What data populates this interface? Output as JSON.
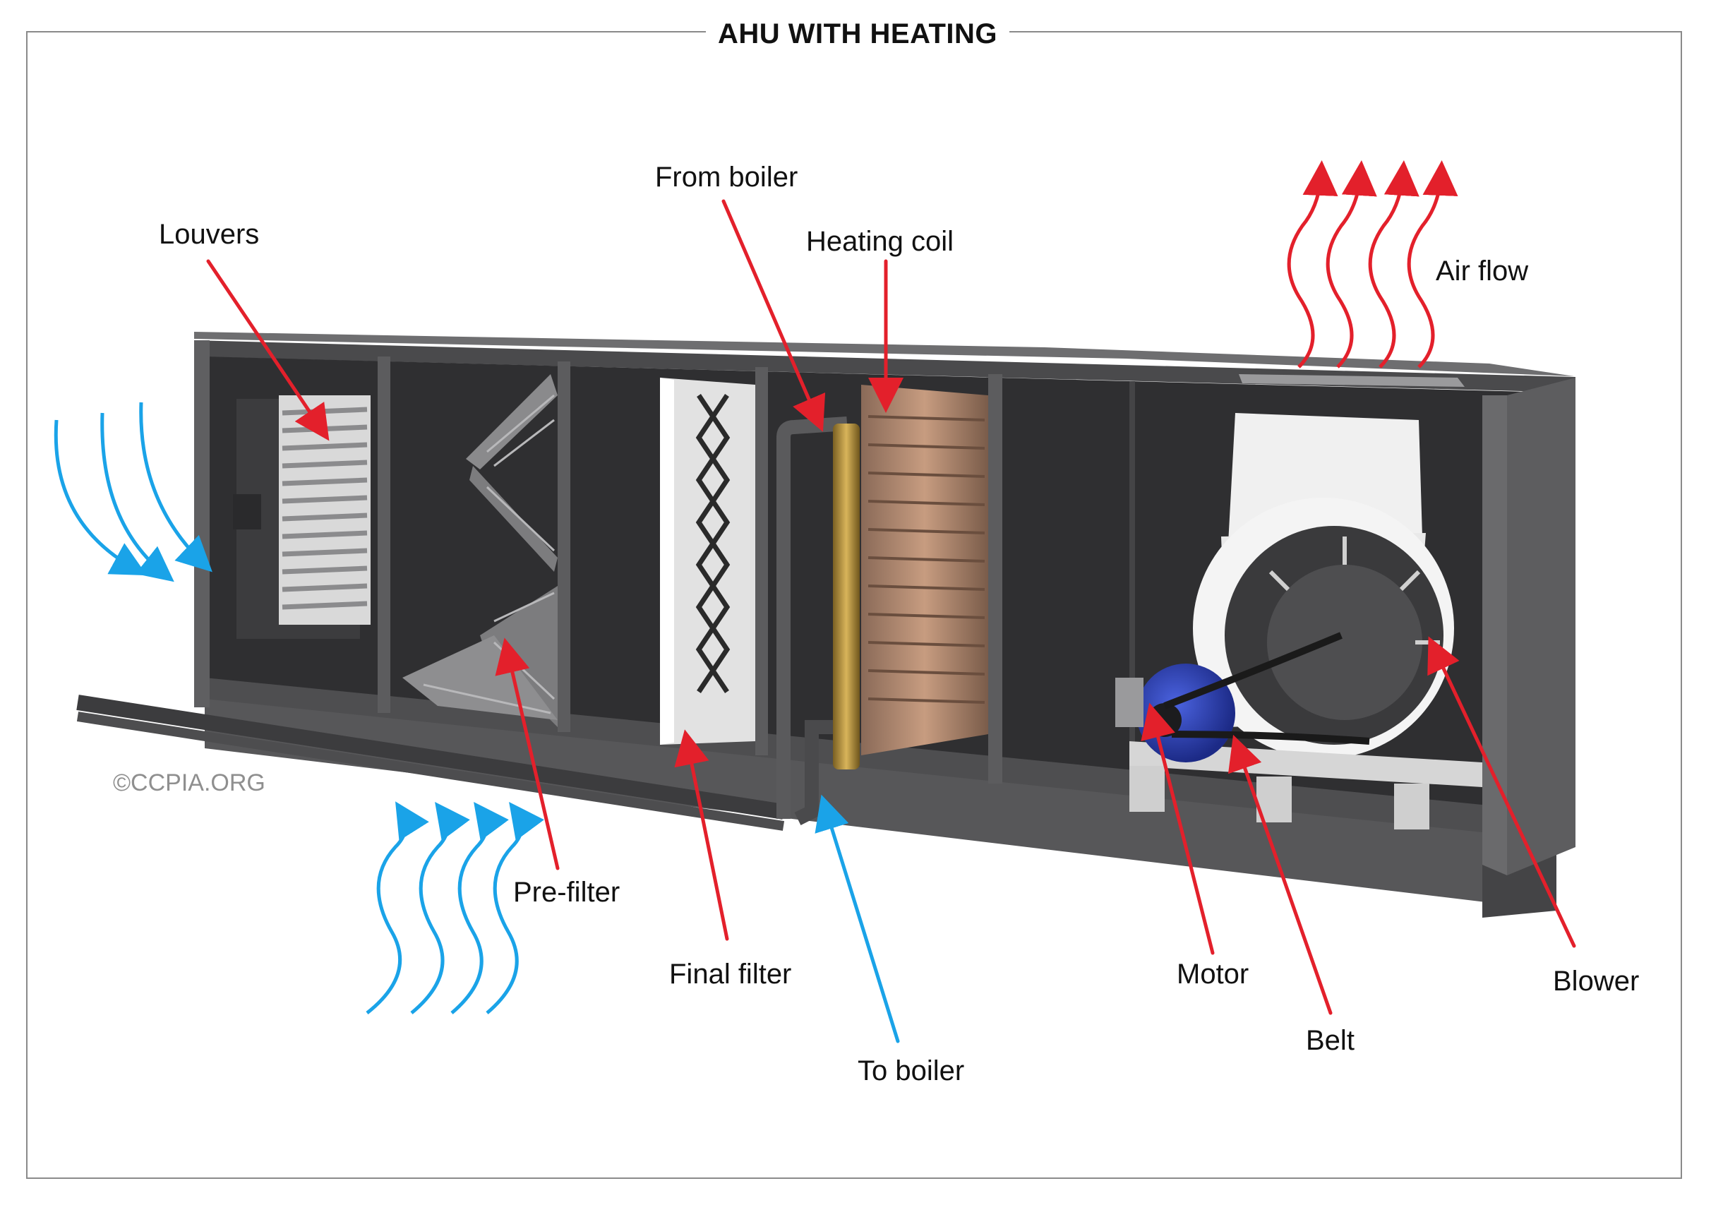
{
  "title": "AHU WITH HEATING",
  "credit": "©CCPIA.ORG",
  "labels": {
    "louvers": "Louvers",
    "from_boiler": "From boiler",
    "heating_coil": "Heating coil",
    "air_flow": "Air flow",
    "pre_filter": "Pre-filter",
    "final_filter": "Final filter",
    "to_boiler": "To boiler",
    "motor": "Motor",
    "belt": "Belt",
    "blower": "Blower"
  },
  "colors": {
    "callout_red": "#e3202b",
    "intake_blue": "#1aa3e8",
    "housing": "#5b5b5d",
    "housing_dark": "#3a3a3c",
    "fan_white": "#eeeeee",
    "motor_blue": "#2b3fb0",
    "coil_copper": "#b8896a",
    "pipe_brass": "#b8943a"
  }
}
